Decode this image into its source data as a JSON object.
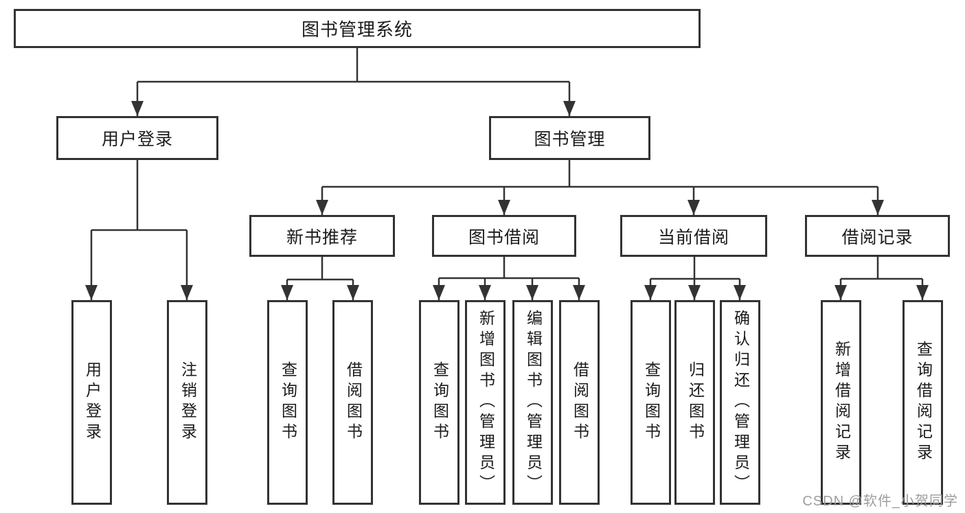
{
  "title": "图书管理系统",
  "level1": {
    "user_login": "用户登录",
    "book_mgmt": "图书管理"
  },
  "level2": {
    "new_book_rec": "新书推荐",
    "book_borrow": "图书借阅",
    "current_borrow": "当前借阅",
    "borrow_records": "借阅记录"
  },
  "leaves": {
    "user_login": [
      "用户登录",
      "注销登录"
    ],
    "new_book_rec": [
      "查询图书",
      "借阅图书"
    ],
    "book_borrow": [
      "查询图书",
      "新增图书（管理员）",
      "编辑图书（管理员）",
      "借阅图书"
    ],
    "current_borrow": [
      "查询图书",
      "归还图书",
      "确认归还（管理员）"
    ],
    "borrow_records": [
      "新增借阅记录",
      "查询借阅记录"
    ]
  },
  "watermark": "CSDN @软件_小贺同学",
  "colors": {
    "line": "#333333",
    "border": "#323232",
    "text": "#1b1b1b",
    "watermark": "#9d9d9d",
    "background": "#ffffff"
  }
}
